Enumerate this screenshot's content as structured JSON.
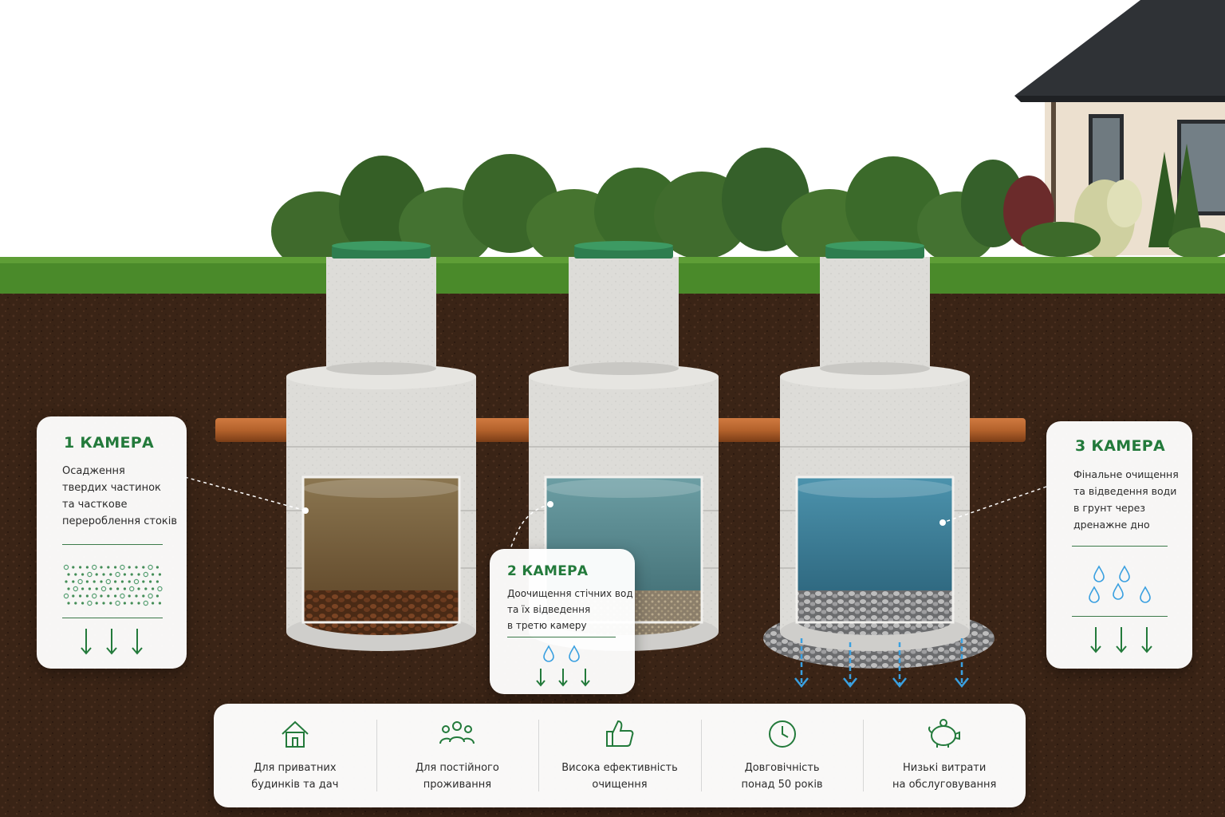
{
  "colors": {
    "accent_green": "#237a3b",
    "soil": "#3a2416",
    "grass": "#4a8a2a",
    "concrete": "#dcdcd9",
    "lid_green": "#2e7d4f",
    "pipe": "#b4622c",
    "water_blue": "#3aa0e0"
  },
  "chambers": [
    {
      "title": "1 КАМЕРА",
      "lines": [
        "Осадження",
        "твердих частинок",
        "та часткове",
        "перероблення стоків"
      ],
      "icon": "sediment-particles-icon"
    },
    {
      "title": "2 КАМЕРА",
      "lines": [
        "Доочищення стічних вод",
        "та їх відведення",
        "в третю камеру"
      ],
      "icon": "water-drops-icon"
    },
    {
      "title": "3 КАМЕРА",
      "lines": [
        "Фінальне очищення",
        "та відведення води",
        "в грунт через",
        "дренажне дно"
      ],
      "icon": "water-drops-icon"
    }
  ],
  "features": [
    {
      "icon": "house-icon",
      "lines": [
        "Для приватних",
        "будинків та дач"
      ]
    },
    {
      "icon": "people-icon",
      "lines": [
        "Для постійного",
        "проживання"
      ]
    },
    {
      "icon": "thumbs-up-icon",
      "lines": [
        "Висока ефективність",
        "очищення"
      ]
    },
    {
      "icon": "clock-icon",
      "lines": [
        "Довговічність",
        "понад 50 років"
      ]
    },
    {
      "icon": "piggy-bank-icon",
      "lines": [
        "Низькі витрати",
        "на обслуговування"
      ]
    }
  ]
}
